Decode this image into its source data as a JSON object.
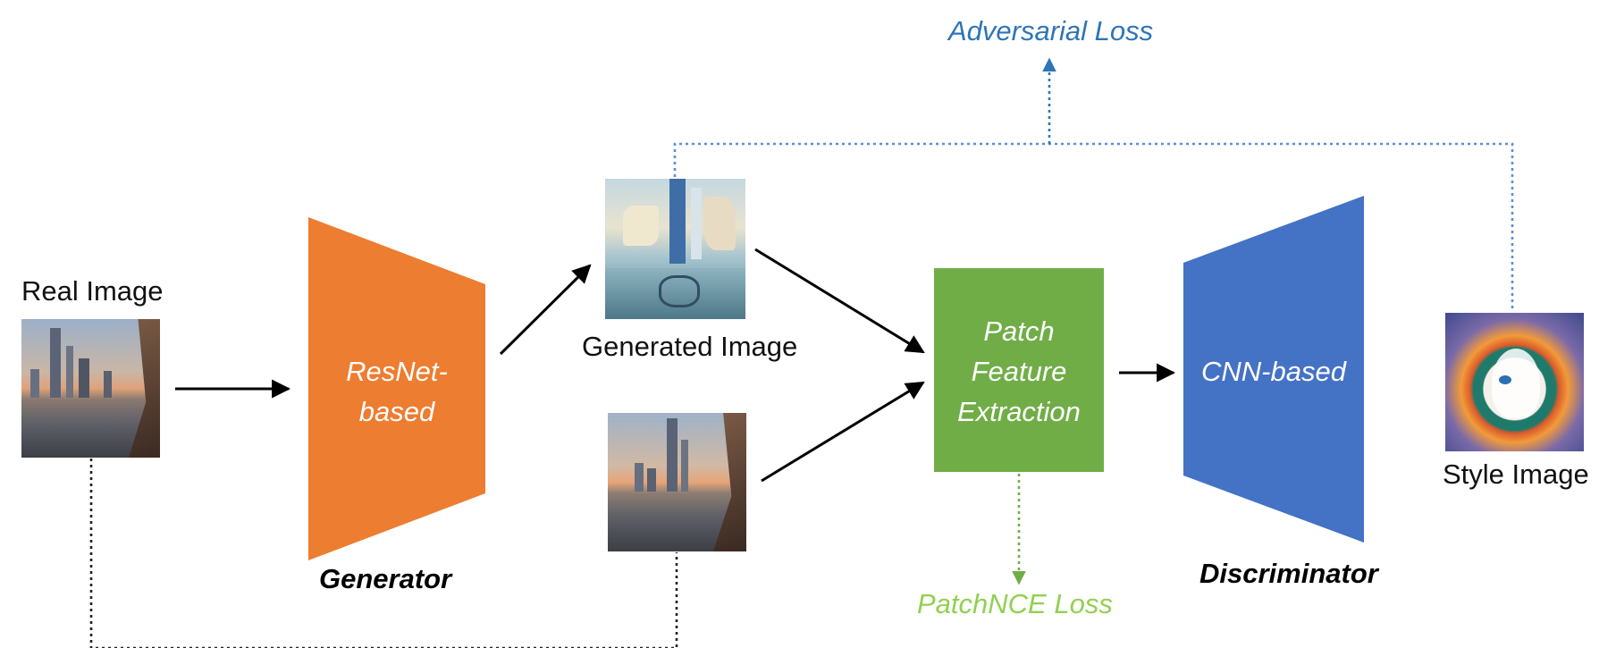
{
  "labels": {
    "real_image": "Real Image",
    "generated_image": "Generated Image",
    "style_image": "Style Image",
    "generator": "Generator",
    "discriminator": "Discriminator",
    "adversarial_loss": "Adversarial Loss",
    "patchnce_loss": "PatchNCE Loss"
  },
  "blocks": {
    "generator_l1": "ResNet-",
    "generator_l2": "based",
    "patch_l1": "Patch",
    "patch_l2": "Feature",
    "patch_l3": "Extraction",
    "discriminator": "CNN-based"
  },
  "colors": {
    "generator": "#ed7d31",
    "patch_feature": "#70ad47",
    "discriminator": "#4472c4",
    "adversarial_loss": "#2e75b6",
    "adversarial_line": "#5b8fd6",
    "patchnce_loss": "#92d050",
    "patchnce_line": "#70ad47",
    "arrow": "#000000"
  }
}
